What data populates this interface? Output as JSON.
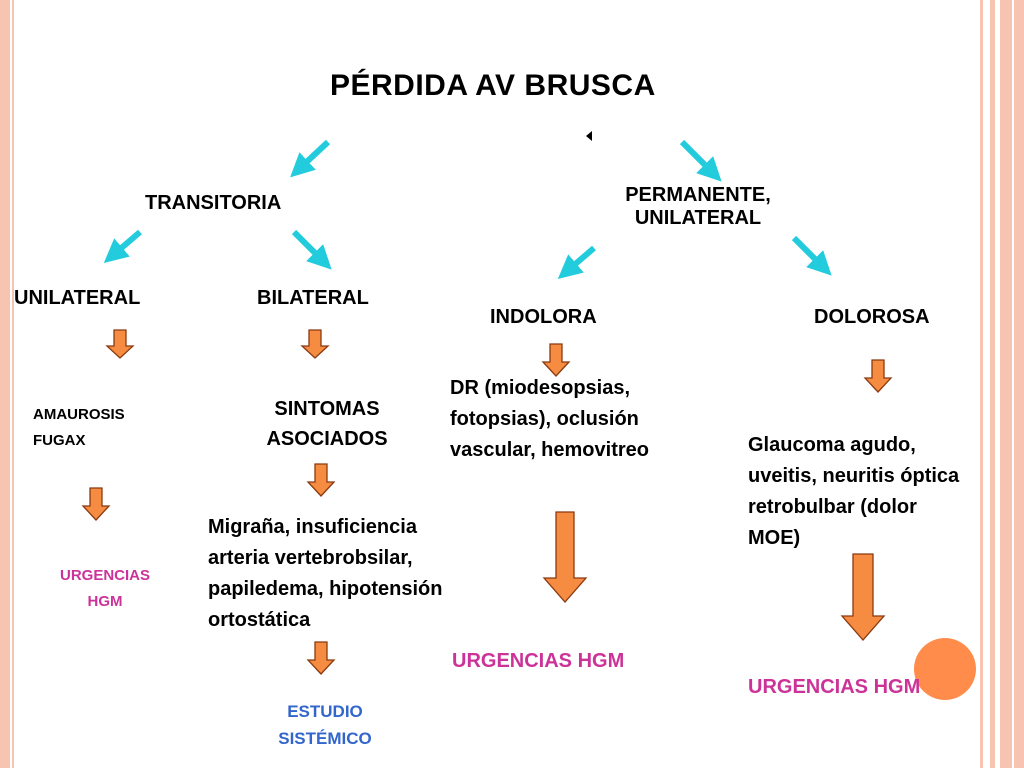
{
  "title": "PÉRDIDA AV BRUSCA",
  "colors": {
    "border": "#f6c4b0",
    "cyan_arrow": "#22ccdd",
    "orange_arrow_fill": "#f58c42",
    "orange_arrow_stroke": "#8b3a10",
    "pink_text": "#cc3399",
    "blue_text": "#3366cc",
    "circle": "#ff8c4a"
  },
  "branches": {
    "transitoria": {
      "label": "TRANSITORIA",
      "unilateral": {
        "label": "UNILATERAL",
        "finding": [
          "AMAUROSIS",
          "FUGAX"
        ],
        "result": [
          "URGENCIAS",
          "HGM"
        ]
      },
      "bilateral": {
        "label": "BILATERAL",
        "finding": [
          "SINTOMAS",
          "ASOCIADOS"
        ],
        "causes": [
          "Migraña, insuficiencia",
          "arteria vertebrobsilar,",
          "papiledema, hipotensión",
          "ortostática"
        ],
        "result": [
          "ESTUDIO",
          "SISTÉMICO"
        ]
      }
    },
    "permanente": {
      "label": [
        "PERMANENTE,",
        "UNILATERAL"
      ],
      "indolora": {
        "label": "INDOLORA",
        "causes": [
          "DR (miodesopsias,",
          "fotopsias), oclusión",
          "vascular, hemovitreo"
        ],
        "result": "URGENCIAS HGM"
      },
      "dolorosa": {
        "label": "DOLOROSA",
        "causes": [
          "Glaucoma agudo,",
          "uveitis, neuritis óptica",
          "retrobulbar (dolor",
          "MOE)"
        ],
        "result": "URGENCIAS HGM"
      }
    }
  }
}
